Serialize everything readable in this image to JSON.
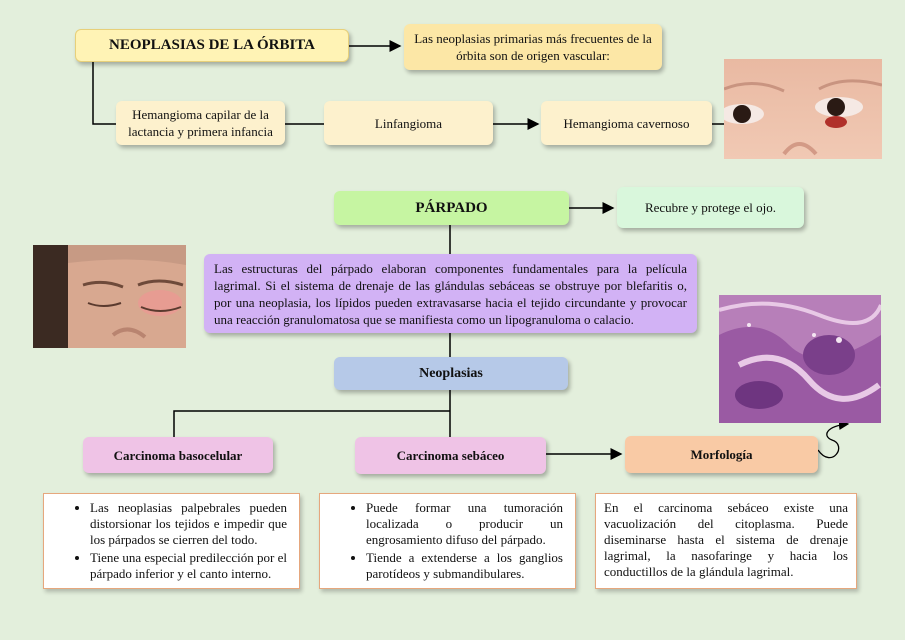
{
  "orbita": {
    "title": "NEOPLASIAS DE LA ÓRBITA",
    "intro": "Las neoplasias primarias más frecuentes de la órbita son de origen vascular:",
    "types": [
      "Hemangioma capilar de la lactancia y primera infancia",
      "Linfangioma",
      "Hemangioma cavernoso"
    ]
  },
  "parpado": {
    "title": "PÁRPADO",
    "function": "Recubre y protege el ojo.",
    "description": "Las estructuras del párpado elaboran componentes fundamentales para la película lagrimal. Si el sistema de drenaje de las glándulas sebáceas se obstruye por blefaritis o, por una neoplasia, los lípidos pueden extravasarse hacia el tejido circundante y provocar una reacción granulomatosa que se manifiesta como un lipogranuloma o calacio."
  },
  "neoplasias": {
    "title": "Neoplasias",
    "basocelular": {
      "title": "Carcinoma basocelular",
      "bullets": [
        "Las neoplasias palpebrales pueden distorsionar los tejidos e impedir que los párpados se cierren del todo.",
        "Tiene una especial predilección por el párpado inferior y el canto interno."
      ]
    },
    "sebaceo": {
      "title": "Carcinoma sebáceo",
      "bullets": [
        "Puede formar una tumoración localizada o producir un engrosamiento difuso del párpado.",
        "Tiende a extenderse a los ganglios parotídeos y submandibulares."
      ]
    },
    "morfologia": {
      "title": "Morfología",
      "text": "En el carcinoma sebáceo existe una vacuolización del citoplasma. Puede diseminarse hasta el sistema de drenaje lagrimal, la nasofaringe y hacia los conductillos de la glándula lagrimal."
    }
  },
  "colors": {
    "background": "#e3efdc",
    "title_yellow": "#fff3b5",
    "green": "#c6f5a2",
    "purple": "#d2b2f5",
    "blue": "#b6c9e8",
    "pink": "#efc3e6",
    "peach": "#f9caa5"
  }
}
